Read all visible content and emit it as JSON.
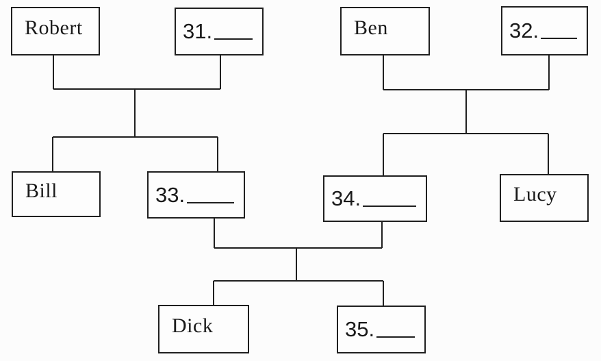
{
  "diagram": {
    "type": "family-tree",
    "boxes": {
      "robert": {
        "label": "Robert"
      },
      "blank31": {
        "number": "31."
      },
      "ben": {
        "label": "Ben"
      },
      "blank32": {
        "number": "32."
      },
      "bill": {
        "label": "Bill"
      },
      "blank33": {
        "number": "33."
      },
      "blank34": {
        "number": "34."
      },
      "lucy": {
        "label": "Lucy"
      },
      "dick": {
        "label": "Dick"
      },
      "blank35": {
        "number": "35."
      }
    },
    "relationships": {
      "couples": [
        {
          "parents": [
            "Robert",
            "31."
          ],
          "children": [
            "Bill",
            "33."
          ]
        },
        {
          "parents": [
            "Ben",
            "32."
          ],
          "children": [
            "34.",
            "Lucy"
          ]
        },
        {
          "parents": [
            "33.",
            "34."
          ],
          "children": [
            "Dick",
            "35."
          ]
        }
      ]
    },
    "colors": {
      "line": "#1f1f1f",
      "background": "#fcfcfc",
      "text": "#1a1a1a"
    }
  }
}
